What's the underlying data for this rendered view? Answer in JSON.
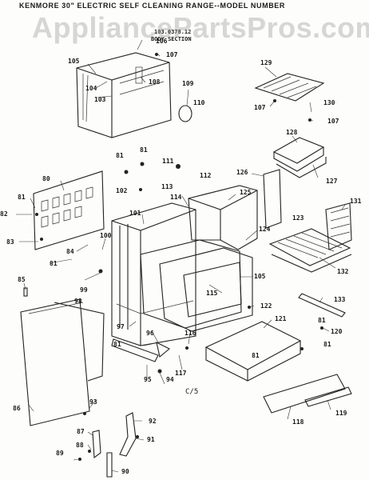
{
  "header": {
    "title": "KENMORE 30\" ELECTRIC SELF CLEANING RANGE--MODEL NUMBER",
    "model_line": "103.0378.12",
    "section": "BODY SECTION"
  },
  "watermark": "AppliancePartsPros.com",
  "page_code": "C/5",
  "part_numbers": {
    "p105": "105",
    "p106": "106",
    "p107": "107",
    "p104": "104",
    "p108": "108",
    "p103": "103",
    "p109": "109",
    "p110": "110",
    "p129": "129",
    "p130": "130",
    "p128": "128",
    "p127": "127",
    "p81": "81",
    "p111": "111",
    "p112": "112",
    "p102": "102",
    "p113": "113",
    "p126": "126",
    "p125": "125",
    "p131": "131",
    "p80": "80",
    "p114": "114",
    "p123": "123",
    "p101": "101",
    "p82": "82",
    "p83": "83",
    "p100": "100",
    "p84": "84",
    "p124": "124",
    "p132": "132",
    "p85": "85",
    "p99": "99",
    "p98": "98",
    "p115": "115",
    "p133": "133",
    "p122": "122",
    "p121": "121",
    "p120": "120",
    "p97": "97",
    "p116": "116",
    "p96": "96",
    "p117": "117",
    "p95": "95",
    "p94": "94",
    "p118": "118",
    "p119": "119",
    "p93": "93",
    "p86": "86",
    "p92": "92",
    "p87": "87",
    "p88": "88",
    "p91": "91",
    "p89": "89",
    "p90": "90"
  }
}
